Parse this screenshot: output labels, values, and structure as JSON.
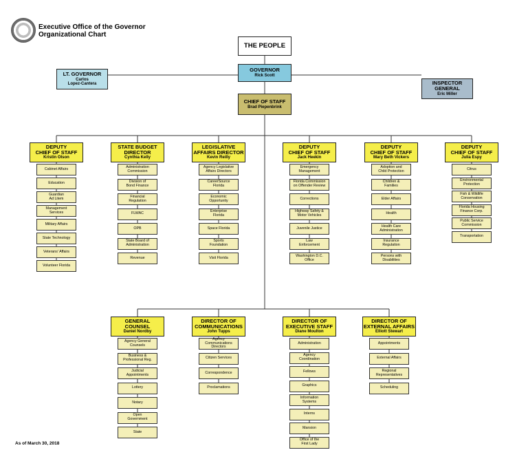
{
  "header": {
    "title_line1": "Executive Office of the Governor",
    "title_line2": "Organizational Chart",
    "seal_icon": "florida-state-seal"
  },
  "footer": {
    "as_of": "As of March 30, 2018"
  },
  "people": "THE PEOPLE",
  "governor": {
    "title": "GOVERNOR",
    "name": "Rick Scott"
  },
  "lt_governor": {
    "title": "LT. GOVERNOR",
    "name_line1": "Carlos",
    "name_line2": "Lopez-Cantera"
  },
  "inspector_general": {
    "title_line1": "INSPECTOR",
    "title_line2": "GENERAL",
    "name": "Eric Miller"
  },
  "chief_of_staff": {
    "title": "CHIEF OF STAFF",
    "name": "Brad Piepenbrink"
  },
  "colors": {
    "governor": "#86c9de",
    "lt_governor": "#b9dfe9",
    "inspector_general": "#a9bccb",
    "chief_of_staff": "#c9bd6f",
    "division_head": "#f5ee4a",
    "division_item": "#f4efb8"
  },
  "top_divisions": [
    {
      "title_lines": [
        "DEPUTY",
        "CHIEF OF STAFF"
      ],
      "name": "Kristin Olson",
      "items": [
        [
          "Cabinet Affairs"
        ],
        [
          "Education"
        ],
        [
          "Guardian",
          "Ad Litem"
        ],
        [
          "Management",
          "Services"
        ],
        [
          "Military Affairs"
        ],
        [
          "State Technology"
        ],
        [
          "Veterans' Affairs"
        ],
        [
          "Volunteer Florida"
        ]
      ]
    },
    {
      "title_lines": [
        "STATE BUDGET",
        "DIRECTOR"
      ],
      "name": "Cynthia Kelly",
      "items": [
        [
          "Administration",
          "Commission"
        ],
        [
          "Division of",
          "Bond Finance"
        ],
        [
          "Financial",
          "Regulation"
        ],
        [
          "FLWAC"
        ],
        [
          "OPB"
        ],
        [
          "State Board of",
          "Administration"
        ],
        [
          "Revenue"
        ]
      ]
    },
    {
      "title_lines": [
        "LEGISLATIVE",
        "AFFAIRS DIRECTOR"
      ],
      "name": "Kevin Reilly",
      "items": [
        [
          "Agency Legislative",
          "Affairs Directors"
        ],
        [
          "CareerSource",
          "Florida"
        ],
        [
          "Economic",
          "Opportunity"
        ],
        [
          "Enterprise",
          "Florida"
        ],
        [
          "Space Florida"
        ],
        [
          "Sports",
          "Foundation"
        ],
        [
          "Visit Florida"
        ]
      ]
    },
    {
      "title_lines": [
        "DEPUTY",
        "CHIEF OF STAFF"
      ],
      "name": "Jack Heekin",
      "items": [
        [
          "Emergency",
          "Management"
        ],
        [
          "Florida Commission",
          "on Offender Review"
        ],
        [
          "Corrections"
        ],
        [
          "Highway Safety &",
          "Motor Vehicles"
        ],
        [
          "Juvenile Justice"
        ],
        [
          "Law",
          "Enforcement"
        ],
        [
          "Washington D.C.",
          "Office"
        ]
      ]
    },
    {
      "title_lines": [
        "DEPUTY",
        "CHIEF OF STAFF"
      ],
      "name": "Mary Beth Vickers",
      "items": [
        [
          "Adoption and",
          "Child Protection"
        ],
        [
          "Children &",
          "Families"
        ],
        [
          "Elder Affairs"
        ],
        [
          "Health"
        ],
        [
          "Health Care",
          "Administration"
        ],
        [
          "Insurance",
          "Regulation"
        ],
        [
          "Persons with",
          "Disabilities"
        ]
      ]
    },
    {
      "title_lines": [
        "DEPUTY",
        "CHIEF OF STAFF"
      ],
      "name": "Julia Espy",
      "items": [
        [
          "Citrus"
        ],
        [
          "Environmental",
          "Protection"
        ],
        [
          "Fish & Wildlife",
          "Conservation"
        ],
        [
          "Florida Housing",
          "Finance Corp."
        ],
        [
          "Public Service",
          "Commission"
        ],
        [
          "Transportation"
        ]
      ]
    }
  ],
  "bottom_divisions": [
    {
      "title_lines": [
        "GENERAL",
        "COUNSEL"
      ],
      "name": "Daniel Nordby",
      "items": [
        [
          "Agency General",
          "Counsels"
        ],
        [
          "Business &",
          "Professional Reg."
        ],
        [
          "Judicial",
          "Appointments"
        ],
        [
          "Lottery"
        ],
        [
          "Notary"
        ],
        [
          "Open",
          "Government"
        ],
        [
          "State"
        ]
      ]
    },
    {
      "title_lines": [
        "DIRECTOR OF",
        "COMMUNICATIONS"
      ],
      "name": "John Tupps",
      "items": [
        [
          "Agency",
          "Communications",
          "Directors"
        ],
        [
          "Citizen Services"
        ],
        [
          "Correspondence"
        ],
        [
          "Proclamations"
        ]
      ]
    },
    {
      "title_lines": [
        "DIRECTOR OF",
        "EXECUTIVE STAFF"
      ],
      "name": "Diane Moulton",
      "items": [
        [
          "Administration"
        ],
        [
          "Agency",
          "Coordination"
        ],
        [
          "Fellows"
        ],
        [
          "Graphics"
        ],
        [
          "Information",
          "Systems"
        ],
        [
          "Interns"
        ],
        [
          "Mansion"
        ],
        [
          "Office of the",
          "First Lady"
        ]
      ]
    },
    {
      "title_lines": [
        "DIRECTOR OF",
        "EXTERNAL AFFAIRS"
      ],
      "name": "Elliott Stewart",
      "items": [
        [
          "Appointments"
        ],
        [
          "External Affairs"
        ],
        [
          "Regional",
          "Representatives"
        ],
        [
          "Scheduling"
        ]
      ]
    }
  ]
}
